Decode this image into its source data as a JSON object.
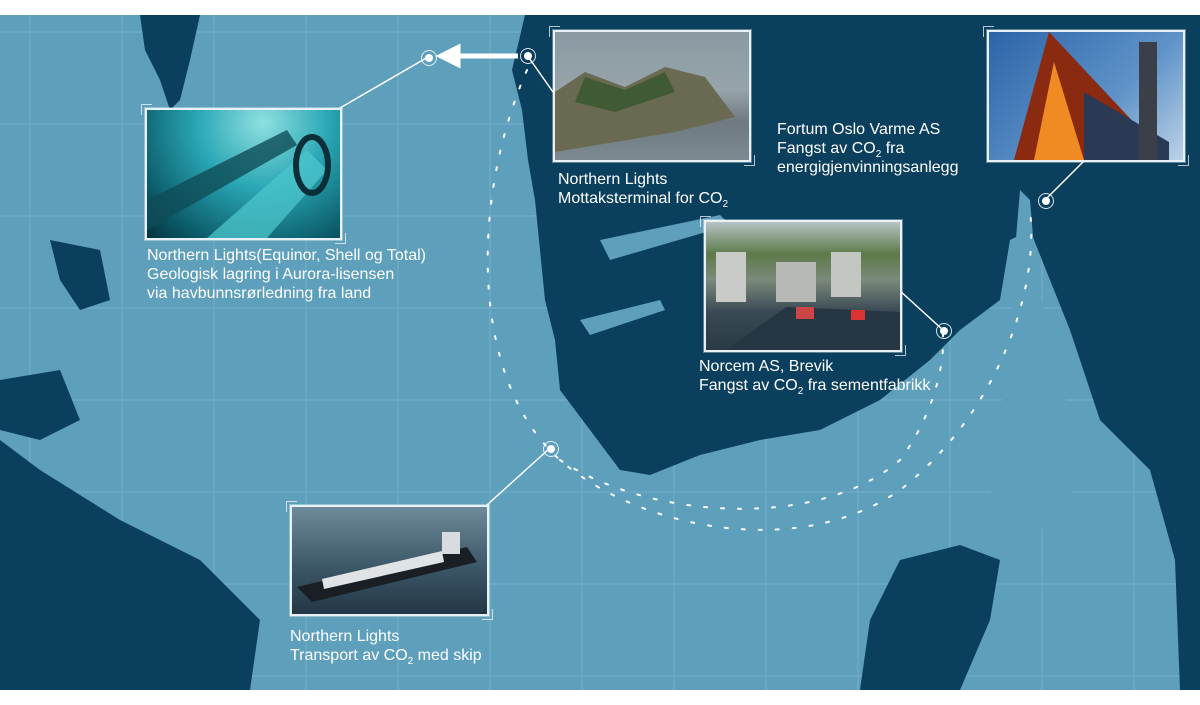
{
  "colors": {
    "sea": "#5e9fbc",
    "land": "#0b3f5e",
    "grid": "#8fc0d6",
    "inland_water": "#5e9fbc"
  },
  "locations": [
    {
      "id": "aurora",
      "lines": [
        "Northern Lights(Equinor, Shell og Total)",
        "Geologisk lagring i Aurora-lisensen",
        "via havbunnsrørledning fra land"
      ],
      "photo": "subsea-pipeline"
    },
    {
      "id": "mottak",
      "lines": [
        "Northern Lights",
        "Mottaksterminal for CO"
      ],
      "sub": "2",
      "photo": "coastal-terminal-site"
    },
    {
      "id": "fortum",
      "line1": "Fortum Oslo Varme AS",
      "line2_pre": "Fangst av CO",
      "sub": "2",
      "line2_post": " fra",
      "line3": "energigjenvinningsanlegg",
      "photo": "waste-to-energy-plant"
    },
    {
      "id": "norcem",
      "line1": "Norcem AS, Brevik",
      "line2_pre": "Fangst av CO",
      "sub": "2",
      "line2_post": " fra sementfabrikk",
      "photo": "cement-factory"
    },
    {
      "id": "ship",
      "line1": "Northern Lights",
      "line2_pre": "Transport av CO",
      "sub": "2",
      "line2_post": " med skip",
      "photo": "co2-ship"
    }
  ]
}
